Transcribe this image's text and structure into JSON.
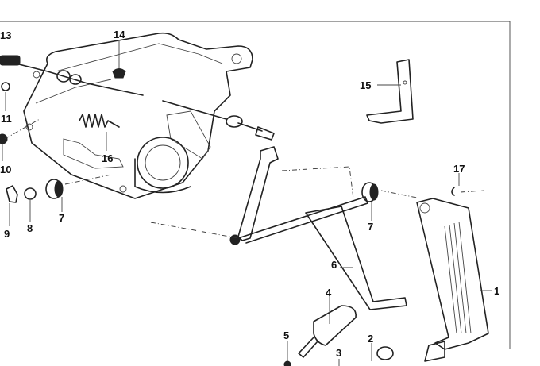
{
  "diagram": {
    "title": "Accelerator pedal / throttle linkage exploded view",
    "callouts": [
      {
        "id": "13",
        "label": "13"
      },
      {
        "id": "14",
        "label": "14"
      },
      {
        "id": "11",
        "label": "11"
      },
      {
        "id": "10",
        "label": "10"
      },
      {
        "id": "9",
        "label": "9"
      },
      {
        "id": "8",
        "label": "8"
      },
      {
        "id": "7a",
        "label": "7"
      },
      {
        "id": "16",
        "label": "16"
      },
      {
        "id": "15",
        "label": "15"
      },
      {
        "id": "17",
        "label": "17"
      },
      {
        "id": "7b",
        "label": "7"
      },
      {
        "id": "6",
        "label": "6"
      },
      {
        "id": "1",
        "label": "1"
      },
      {
        "id": "4",
        "label": "4"
      },
      {
        "id": "5",
        "label": "5"
      },
      {
        "id": "3",
        "label": "3"
      },
      {
        "id": "2",
        "label": "2"
      }
    ]
  }
}
